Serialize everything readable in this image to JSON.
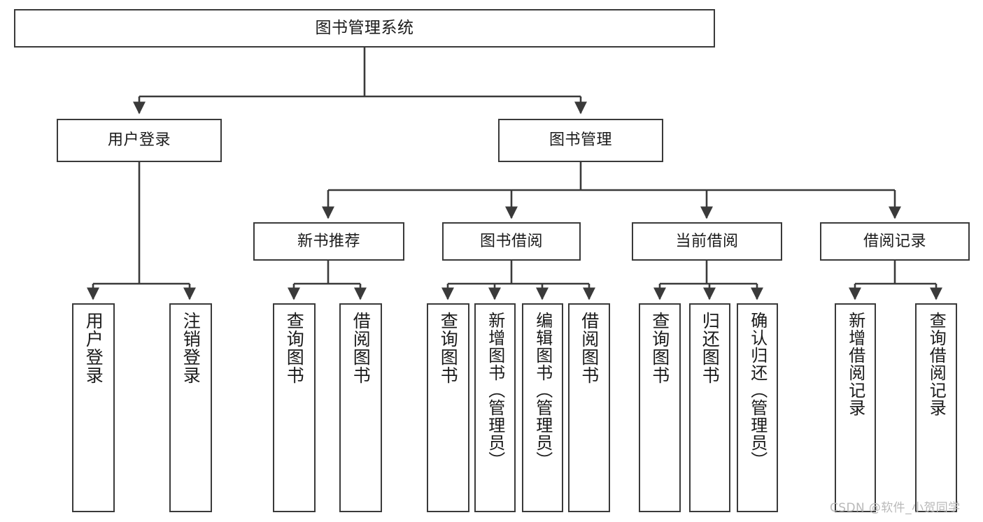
{
  "diagram": {
    "type": "tree-hierarchy-chart",
    "title": "图书管理系统",
    "stroke_color": "#3a3a3a",
    "background_color": "#ffffff",
    "text_color": "#1a1a1a"
  },
  "nodes": {
    "root": {
      "label": "图书管理系统",
      "level": 0,
      "orientation": "horizontal"
    },
    "l1": [
      {
        "id": "user_login",
        "label": "用户登录",
        "level": 1,
        "orientation": "horizontal"
      },
      {
        "id": "book_mgmt",
        "label": "图书管理",
        "level": 1,
        "orientation": "horizontal"
      }
    ],
    "l2": [
      {
        "id": "new_book_rec",
        "label": "新书推荐",
        "level": 2,
        "orientation": "horizontal"
      },
      {
        "id": "book_borrow",
        "label": "图书借阅",
        "level": 2,
        "orientation": "horizontal"
      },
      {
        "id": "current_borrow",
        "label": "当前借阅",
        "level": 2,
        "orientation": "horizontal"
      },
      {
        "id": "borrow_record",
        "label": "借阅记录",
        "level": 2,
        "orientation": "horizontal"
      }
    ],
    "leaves": [
      {
        "id": "leaf_user_login",
        "label": "用户登录",
        "parent": "user_login",
        "orientation": "vertical"
      },
      {
        "id": "leaf_user_logout",
        "label": "注销登录",
        "parent": "user_login",
        "orientation": "vertical"
      },
      {
        "id": "leaf_query_book_1",
        "label": "查询图书",
        "parent": "new_book_rec",
        "orientation": "vertical"
      },
      {
        "id": "leaf_borrow_book_1",
        "label": "借阅图书",
        "parent": "new_book_rec",
        "orientation": "vertical"
      },
      {
        "id": "leaf_query_book_2",
        "label": "查询图书",
        "parent": "book_borrow",
        "orientation": "vertical"
      },
      {
        "id": "leaf_add_book",
        "label": "新增图书（管理员）",
        "parent": "book_borrow",
        "orientation": "vertical"
      },
      {
        "id": "leaf_edit_book",
        "label": "编辑图书（管理员）",
        "parent": "book_borrow",
        "orientation": "vertical"
      },
      {
        "id": "leaf_borrow_book_2",
        "label": "借阅图书",
        "parent": "book_borrow",
        "orientation": "vertical"
      },
      {
        "id": "leaf_query_book_3",
        "label": "查询图书",
        "parent": "current_borrow",
        "orientation": "vertical"
      },
      {
        "id": "leaf_return_book",
        "label": "归还图书",
        "parent": "current_borrow",
        "orientation": "vertical"
      },
      {
        "id": "leaf_confirm_return",
        "label": "确认归还（管理员）",
        "parent": "current_borrow",
        "orientation": "vertical"
      },
      {
        "id": "leaf_add_record",
        "label": "新增借阅记录",
        "parent": "borrow_record",
        "orientation": "vertical"
      },
      {
        "id": "leaf_query_record",
        "label": "查询借阅记录",
        "parent": "borrow_record",
        "orientation": "vertical"
      }
    ]
  },
  "watermark": {
    "text": "CSDN @软件_小贺同学",
    "color": "#b9b9b9"
  }
}
